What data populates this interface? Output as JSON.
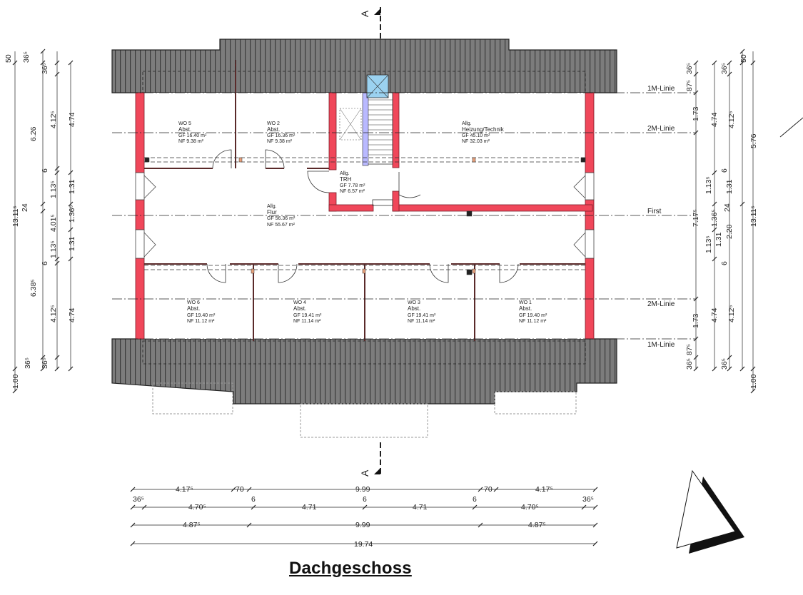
{
  "title": "Dachgeschoss",
  "section_marker": "A",
  "axis_lines": {
    "m1_top": "1M-Linie",
    "m2_top": "2M-Linie",
    "first": "First",
    "m2_bottom": "2M-Linie",
    "m1_bottom": "1M-Linie"
  },
  "rooms": {
    "wo5": {
      "name": "WO 5",
      "use": "Abst.",
      "gf": "GF 16.40 m²",
      "nf": "NF 9.38 m²"
    },
    "wo2": {
      "name": "WO 2",
      "use": "Abst.",
      "gf": "GF 16.36 m²",
      "nf": "NF 9.38 m²"
    },
    "heizung": {
      "name": "Allg.",
      "use": "Heizung/Technik",
      "gf": "GF 45.10 m²",
      "nf": "NF 32.03 m²"
    },
    "trh": {
      "name": "Allg.",
      "use": "TRH",
      "gf": "GF 7.78 m²",
      "nf": "NF 6.57 m²"
    },
    "flur": {
      "name": "Allg.",
      "use": "Flur",
      "gf": "GF 56.36 m²",
      "nf": "NF 55.67 m²"
    },
    "wo6": {
      "name": "WO 6",
      "use": "Abst.",
      "gf": "GF 19.40 m²",
      "nf": "NF 11.12 m²"
    },
    "wo4": {
      "name": "WO 4",
      "use": "Abst.",
      "gf": "GF 19.41 m²",
      "nf": "NF 11.14 m²"
    },
    "wo3": {
      "name": "WO 3",
      "use": "Abst.",
      "gf": "GF 19.41 m²",
      "nf": "NF 11.14 m²"
    },
    "wo1": {
      "name": "WO 1",
      "use": "Abst.",
      "gf": "GF 19.40 m²",
      "nf": "NF 11.12 m²"
    }
  },
  "dims_bottom": {
    "row1": [
      "4.17⁵",
      "70",
      "9.99",
      "70",
      "4.17⁵"
    ],
    "row2": [
      "36⁵",
      "4.70⁵",
      "6",
      "4.71",
      "6",
      "4.71",
      "6",
      "4.70⁵",
      "36⁵"
    ],
    "row3": [
      "4.87⁵",
      "9.99",
      "4.87⁵"
    ],
    "row4": [
      "19.74"
    ]
  },
  "dims_left": {
    "col1": [
      "1.00",
      "13.11⁵",
      "50"
    ],
    "col2": [
      "36⁵",
      "6.38⁵",
      "24",
      "6.26",
      "36⁵"
    ],
    "col3": [
      "36⁵",
      "4.12⁵",
      "6",
      "1.13⁵",
      "4.01⁵",
      "1.13⁵",
      "6",
      "4.12⁵",
      "36⁵"
    ],
    "col4": [
      "4.74",
      "1.31",
      "1.36⁵",
      "1.31",
      "4.74"
    ]
  },
  "dims_right": {
    "col1": [
      "36⁵",
      "87⁵",
      "1.73",
      "7.17⁵",
      "1.73",
      "87⁵",
      "36⁵"
    ],
    "col2": [
      "1.13⁵",
      "1.36⁵",
      "1.13⁵"
    ],
    "col3": [
      "4.74",
      "1.31",
      "24",
      "2.20",
      "1.31",
      "4.74"
    ],
    "col4": [
      "36⁵",
      "4.12⁵",
      "6",
      "6",
      "4.12⁵",
      "36⁵"
    ],
    "col5": [
      "50",
      "5.76",
      "13.11⁵",
      "1.00"
    ]
  },
  "colors": {
    "wall": "#f0475a",
    "wall_stroke": "#7a1f2a",
    "roof": "#707070",
    "roof_tile": "#3b3b3b",
    "stair": "#b9b9ff",
    "window_glass": "#9bd2f0"
  }
}
